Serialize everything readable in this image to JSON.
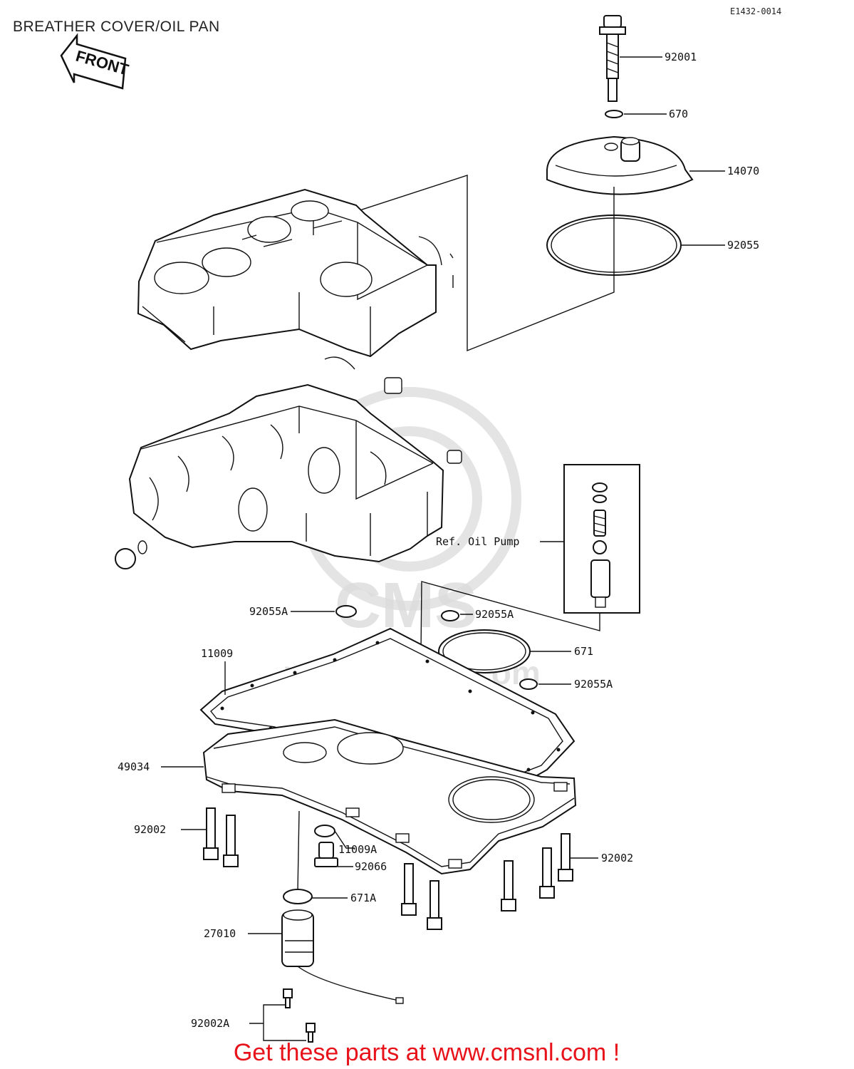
{
  "header": {
    "title": "BREATHER COVER/OIL PAN",
    "diagram_code": "E1432-0014",
    "front_label": "FRONT"
  },
  "parts": {
    "p92001": "92001",
    "p670": "670",
    "p14070": "14070",
    "p92055": "92055",
    "ref_oil_pump": "Ref.  Oil Pump",
    "p92055a_left": "92055A",
    "p92055a_mid": "92055A",
    "p671": "671",
    "p92055a_right": "92055A",
    "p11009": "11009",
    "p49034": "49034",
    "p92002_left": "92002",
    "p11009a": "11009A",
    "p92066": "92066",
    "p92002_right": "92002",
    "p671a": "671A",
    "p27010": "27010",
    "p92002a": "92002A"
  },
  "footer": {
    "cta": "Get these parts at www.cmsnl.com !",
    "color": "#e8121a"
  }
}
